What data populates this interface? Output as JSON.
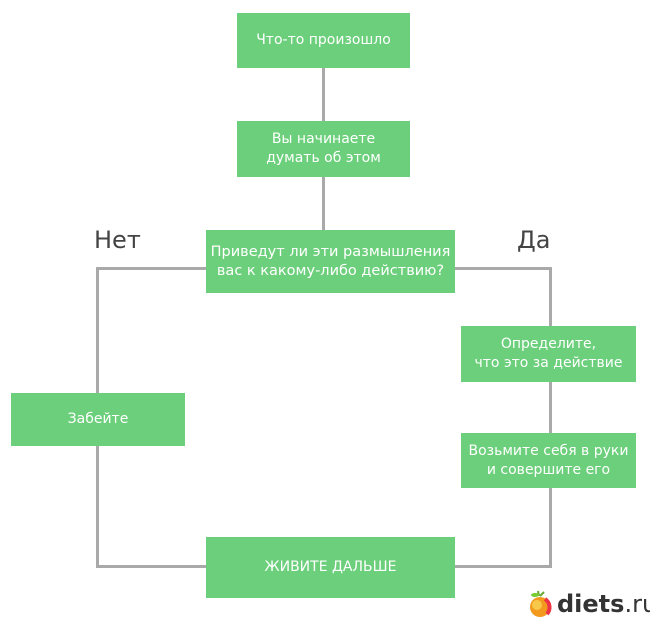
{
  "nodes": {
    "start": "Что-то произошло",
    "think": "Вы начинаете\nдумать об этом",
    "question": "Приведут ли эти размышления\nвас к какому-либо действию?",
    "define": "Определите,\nчто это за действие",
    "forget": "Забейте",
    "act": "Возьмите себя в руки\nи совершите его",
    "live": "ЖИВИТЕ ДАЛЬШЕ"
  },
  "labels": {
    "no": "Нет",
    "yes": "Да"
  },
  "logo": {
    "name": "diets",
    "tld": ".ru"
  },
  "colors": {
    "box": "#6ccf7b",
    "line": "#a9a9a9"
  }
}
